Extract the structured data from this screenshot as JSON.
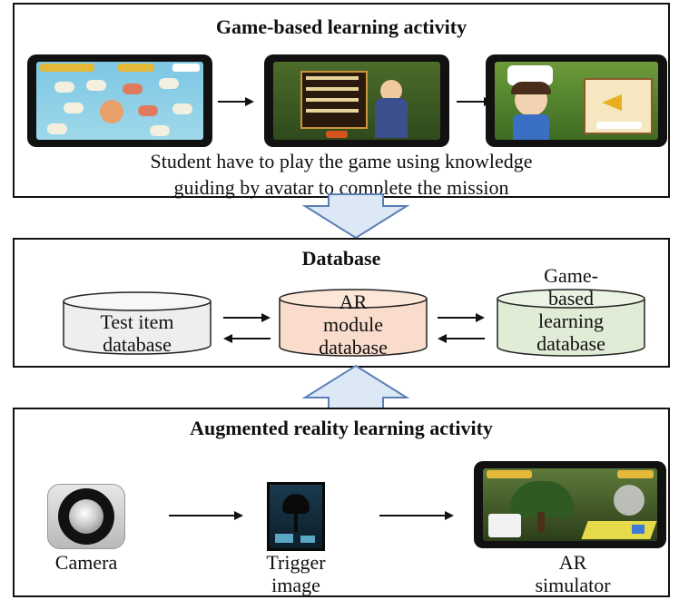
{
  "game_panel": {
    "title": "Game-based learning activity",
    "caption_line1": "Student have to play the game using knowledge",
    "caption_line2": "guiding by avatar to complete the mission",
    "screens": [
      "game-map-screen",
      "quiz-avatar-screen",
      "mission-result-screen"
    ]
  },
  "database_panel": {
    "title": "Database",
    "cylinders": [
      {
        "line1": "Test item",
        "line2": "database",
        "color": "#eeeeee"
      },
      {
        "line1": "AR",
        "line2": "module",
        "line3": "database",
        "color": "#f9dccb"
      },
      {
        "line1": "Game-",
        "line2": "based",
        "line3": "learning",
        "line4": "database",
        "color": "#e1ecd6"
      }
    ]
  },
  "ar_panel": {
    "title": "Augmented reality learning activity",
    "camera_label": "Camera",
    "trigger_line1": "Trigger",
    "trigger_line2": "image",
    "sim_line1": "AR",
    "sim_line2": "simulator"
  },
  "colors": {
    "flow_arrow_fill": "#dce8f5",
    "flow_arrow_stroke": "#5b7fb5",
    "border": "#111111"
  }
}
